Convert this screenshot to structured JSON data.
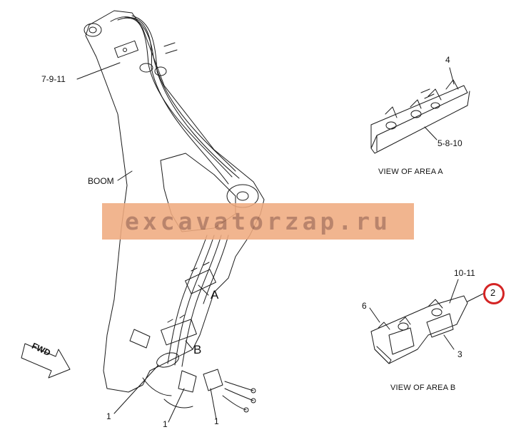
{
  "labels": {
    "boom_part_ref": "7-9-11",
    "boom": "BOOM",
    "area_a": "A",
    "area_b": "B",
    "fwd": "FWD",
    "bottom_1a": "1",
    "bottom_1b": "1",
    "bottom_1c": "1"
  },
  "view_a": {
    "caption": "VIEW OF AREA  A",
    "part_4": "4",
    "part_5_8_10": "5-8-10"
  },
  "view_b": {
    "caption": "VIEW OF AREA  B",
    "part_10_11": "10-11",
    "part_6": "6",
    "part_3": "3",
    "part_2": "2"
  },
  "watermark": "excavatorzap.ru",
  "colors": {
    "line": "#1a1a1a",
    "watermark_bg": "#f0ab80",
    "watermark_text": "#b07458",
    "callout": "#d42424"
  }
}
